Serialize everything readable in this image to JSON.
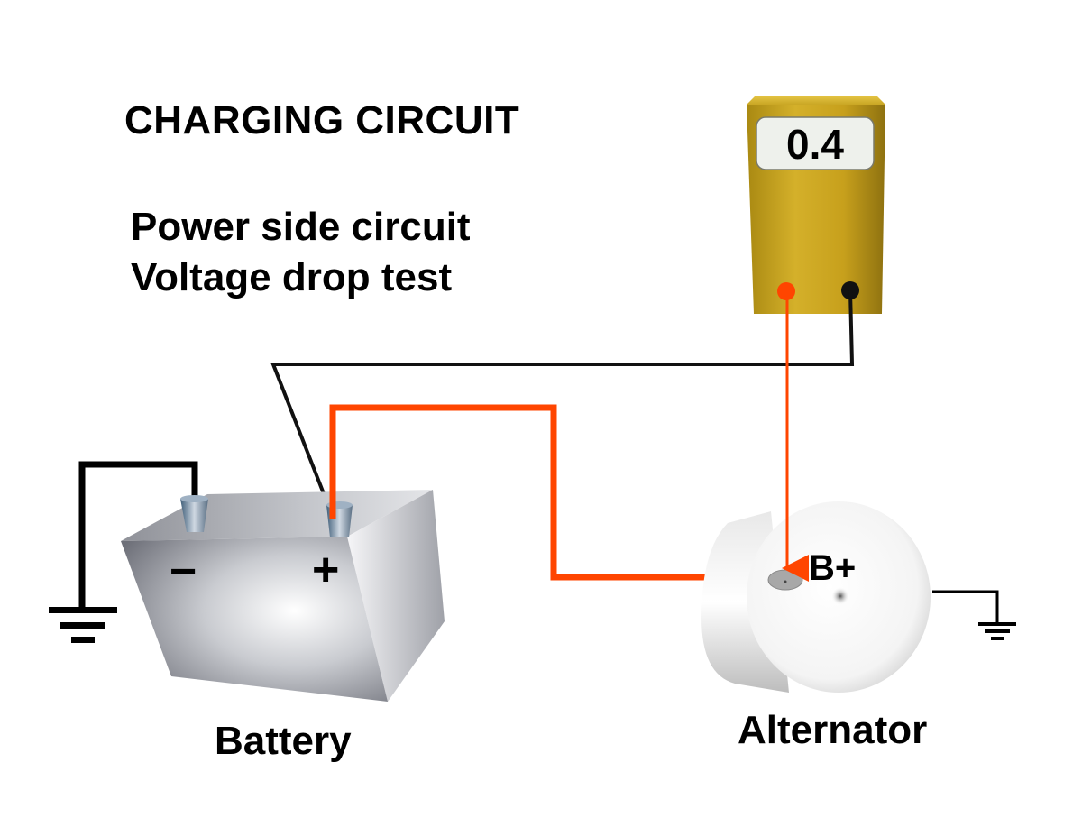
{
  "title": "CHARGING CIRCUIT",
  "subtitle_lines": [
    "Power side circuit",
    "Voltage drop test"
  ],
  "meter": {
    "reading": "0.4",
    "positive_lead_color": "#ff4500",
    "negative_lead_color": "#111111"
  },
  "battery": {
    "label": "Battery",
    "negative_terminal": "−",
    "positive_terminal": "+"
  },
  "alternator": {
    "label": "Alternator",
    "terminal": "B+"
  },
  "colors": {
    "positive_wire": "#ff4500",
    "ground_wire": "#111111",
    "meter_body": "#c8a21a"
  }
}
